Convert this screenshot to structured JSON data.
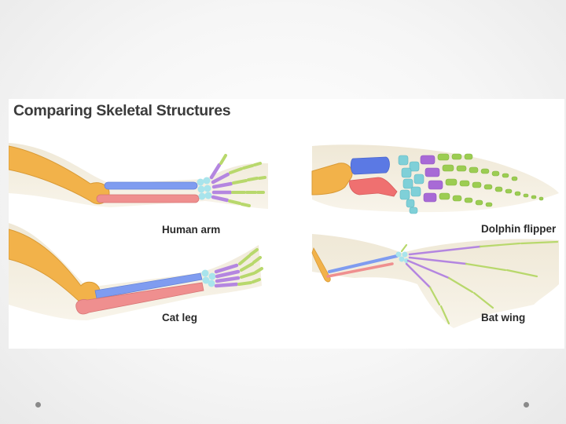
{
  "figure": {
    "title": "Comparing Skeletal Structures",
    "panels": [
      {
        "id": "human",
        "label": "Human arm"
      },
      {
        "id": "cat",
        "label": "Cat leg"
      },
      {
        "id": "dolphin",
        "label": "Dolphin flipper"
      },
      {
        "id": "bat",
        "label": "Bat wing"
      }
    ]
  },
  "colors": {
    "humerus": "#f2b24a",
    "radius": "#7f9cf0",
    "ulna": "#ef8f8f",
    "carpals": "#a8e4ec",
    "metacarpals": "#b486e0",
    "phalanges": "#b8d86c",
    "tissue": "#f4efe1"
  }
}
